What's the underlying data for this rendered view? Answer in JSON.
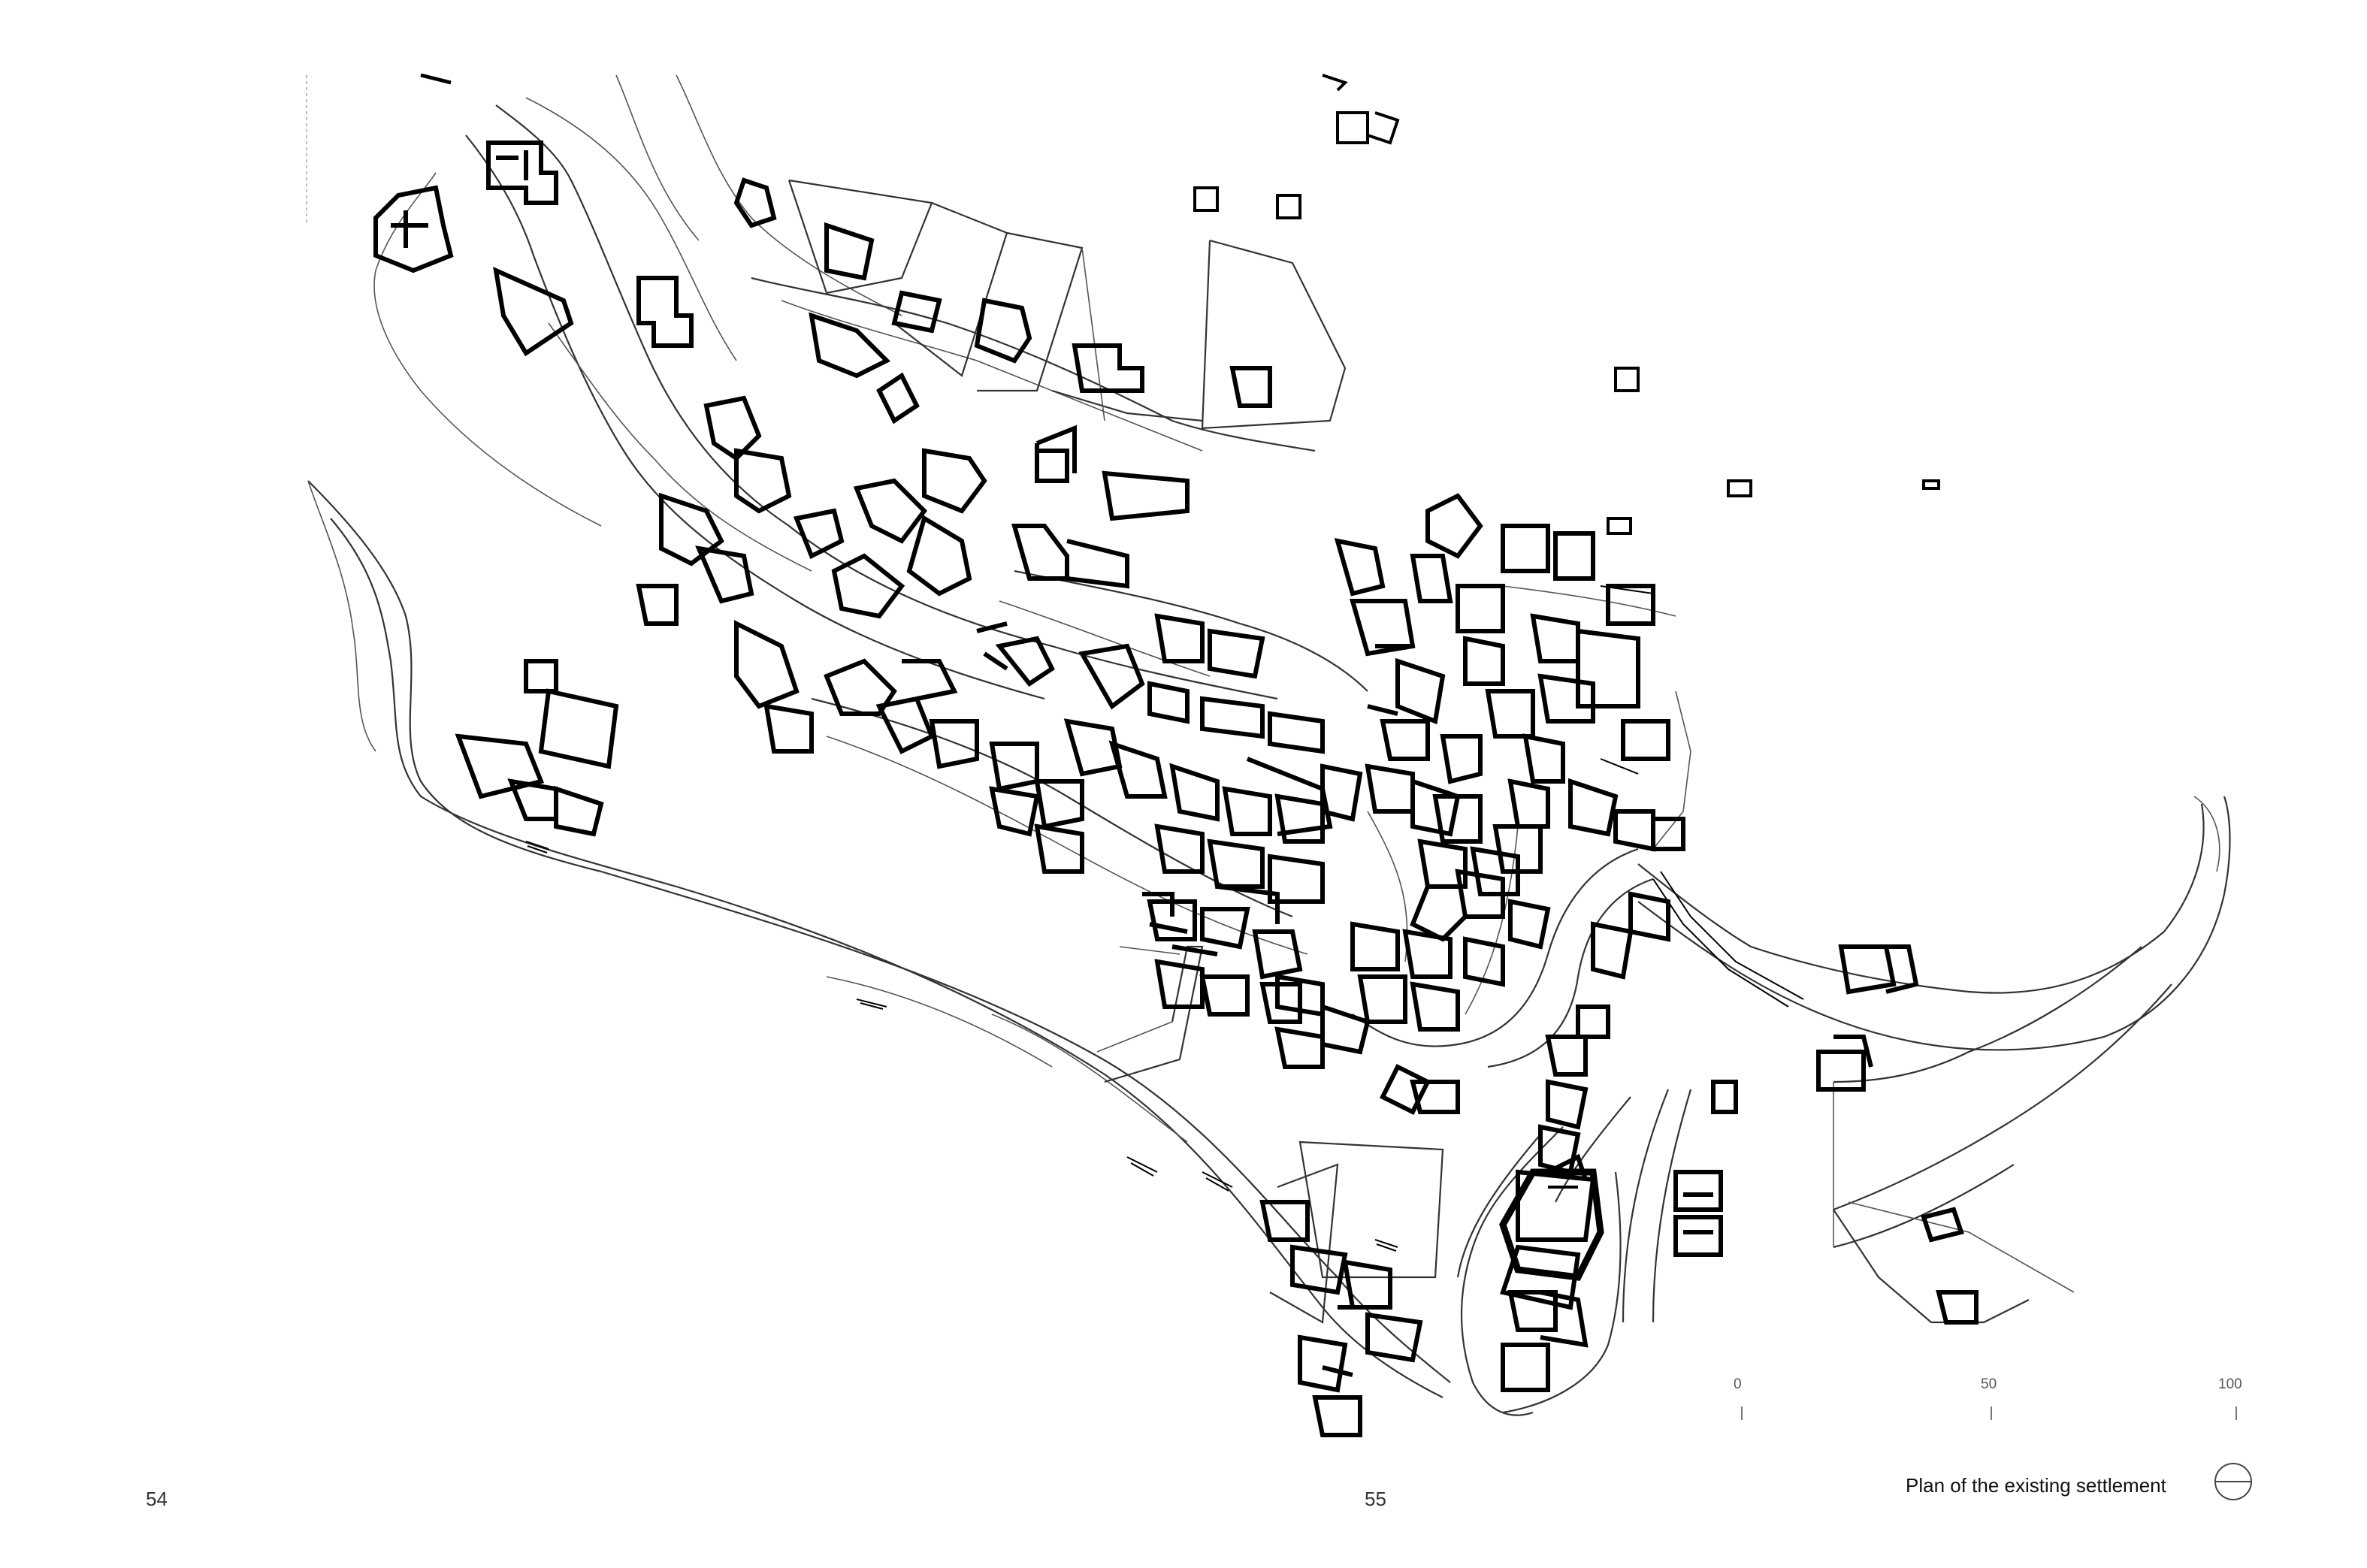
{
  "pages": {
    "left": "54",
    "right": "55"
  },
  "caption": "Plan of the existing settlement",
  "scale_bar": {
    "labels": [
      "0",
      "50",
      "100"
    ]
  },
  "icons": {
    "north_arrow": "north-arrow-icon"
  },
  "colors": {
    "ink": "#000000",
    "background": "#ffffff"
  }
}
